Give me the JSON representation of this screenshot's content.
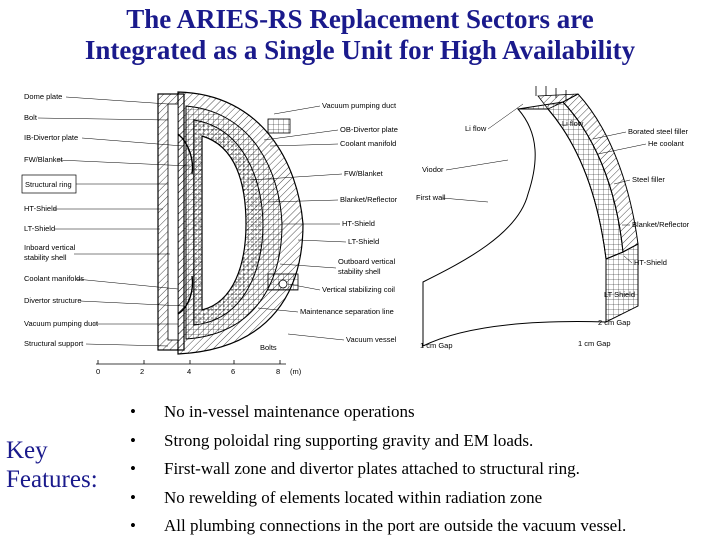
{
  "slide": {
    "title_line1": "The ARIES-RS Replacement Sectors are",
    "title_line2": "Integrated as a Single Unit for High Availability"
  },
  "figure": {
    "left_labels": [
      "Dome plate",
      "Bolt",
      "IB-Divertor plate",
      "FW/Blanket",
      "Structural ring",
      "HT-Shield",
      "LT-Shield",
      "Inboard vertical",
      "stability shell",
      "Coolant manifolds",
      "Divertor structure",
      "Vacuum pumping duct",
      "Structural support"
    ],
    "center_labels": [
      "Vacuum pumping duct",
      "OB-Divertor plate",
      "Coolant manifold",
      "FW/Blanket",
      "Blanket/Reflector",
      "HT-Shield",
      "LT-Shield",
      "Outboard vertical",
      "stability shell",
      "Vertical stabilizing coil",
      "Maintenance separation line",
      "Vacuum vessel",
      "Bolts"
    ],
    "scale_ticks": [
      "0",
      "2",
      "4",
      "6",
      "8"
    ],
    "scale_unit": "(m)",
    "right_labels": [
      "Li flow",
      "Li flow",
      "Borated steel filler",
      "He coolant",
      "Steel filler",
      "Blanket/Reflector",
      "HT-Shield",
      "LT Shield",
      "2 cm Gap",
      "1 cm Gap",
      "1 cm Gap",
      "Viodor",
      "First wall"
    ]
  },
  "key": {
    "line1": "Key",
    "line2": "Features:"
  },
  "bullets": [
    "No in-vessel maintenance operations",
    "Strong poloidal ring supporting gravity and EM loads.",
    "First-wall zone and divertor plates attached to structural ring.",
    "No rewelding of elements located within radiation zone",
    "All plumbing connections in the port are outside the vacuum vessel."
  ]
}
